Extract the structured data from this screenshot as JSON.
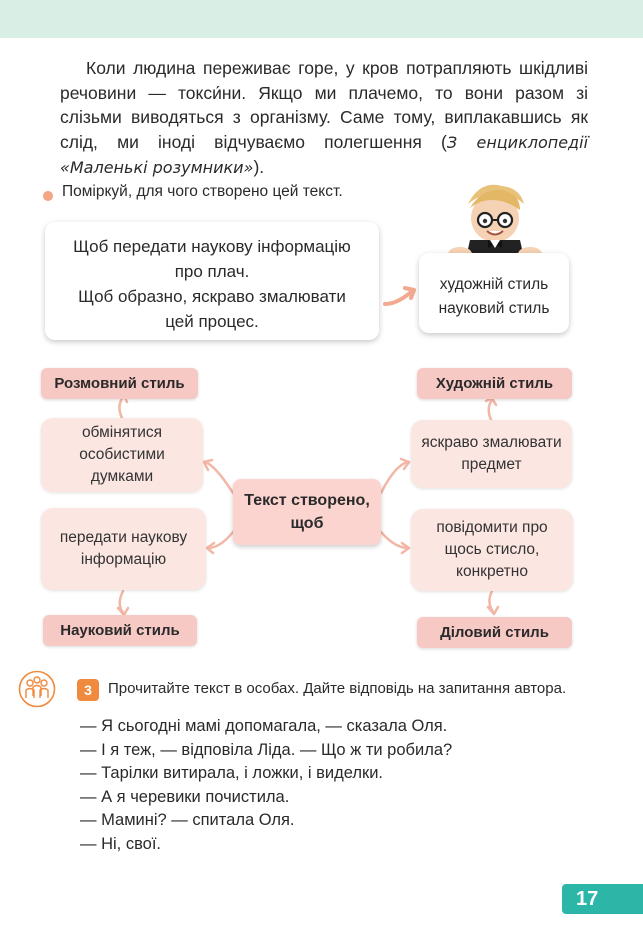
{
  "paragraph": {
    "text_main": "Коли людина переживає горе, у кров потрапляють шкідливі речовини — токси́ни. Якщо ми плачемо, то вони разом зі слізьми виводяться з організму. Саме тому, виплакавшись як слід, ми іноді відчуваємо полегшення (",
    "source": "З енциклопедії «Маленькі розумники»",
    "tail": ")."
  },
  "bullet": {
    "text": "Поміркуй, для чого створено цей текст."
  },
  "info_card": {
    "line1": "Щоб передати наукову інформацію",
    "line2": "про плач.",
    "line3": "Щоб образно, яскраво змалювати",
    "line4": "цей процес."
  },
  "style_card": {
    "line1": "художній стиль",
    "line2": "науковий стиль"
  },
  "diagram": {
    "center_line1": "Текст створено,",
    "center_line2": "щоб",
    "labels": {
      "conversational": "Розмовний стиль",
      "artistic": "Художній стиль",
      "scientific": "Науковий стиль",
      "business": "Діловий стиль"
    },
    "purposes": {
      "exchange": [
        "обмінятися",
        "особистими",
        "думками"
      ],
      "vivid": [
        "яскраво змалювати",
        "предмет"
      ],
      "science": [
        "передати наукову",
        "інформацію"
      ],
      "inform": [
        "повідомити про",
        "щось стисло,",
        "конкретно"
      ]
    }
  },
  "task": {
    "number": "3",
    "instruction": "Прочитайте текст в особах. Дайте відповідь на запитання автора."
  },
  "dialog": [
    "— Я сьогодні мамі допомагала, — сказала Оля.",
    "— І я теж, — відповіла Ліда. — Що ж ти робила?",
    "— Тарілки витирала, і ложки, і виделки.",
    "— А я черевики почистила.",
    "— Мамині? — спитала Оля.",
    "— Ні, свої."
  ],
  "page_number": "17",
  "colors": {
    "top_band": "#d9efe6",
    "accent_teal": "#2bb6a8",
    "task_orange": "#f08a3e",
    "label_pink": "#f7c9c4",
    "box_pink": "#fbe6e2"
  },
  "icons": [
    "group-reading-icon",
    "curved-arrow-icon",
    "boy-illustration"
  ]
}
